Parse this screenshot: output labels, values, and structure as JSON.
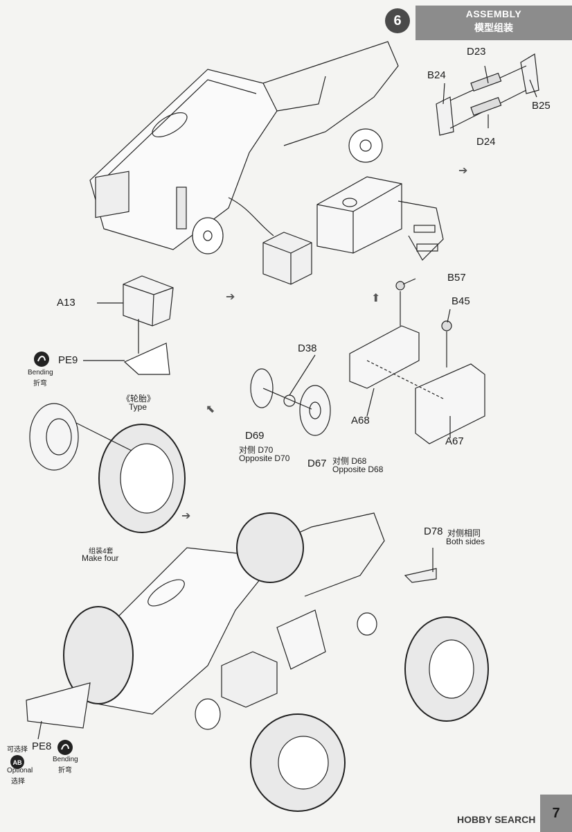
{
  "header": {
    "step": "6",
    "title_en": "ASSEMBLY",
    "title_cn": "模型组装"
  },
  "parts": {
    "d23": "D23",
    "b24": "B24",
    "b25": "B25",
    "d24": "D24",
    "a13": "A13",
    "pe9": "PE9",
    "b57": "B57",
    "b45": "B45",
    "d38": "D38",
    "d69": "D69",
    "d69_cn": "对侧 D70",
    "d69_en": "Opposite D70",
    "d67": "D67",
    "d67_cn": "对侧 D68",
    "d67_en": "Opposite D68",
    "a68": "A68",
    "a67": "A67",
    "d78": "D78",
    "d78_cn": "对侧相同",
    "d78_en": "Both sides",
    "pe8": "PE8"
  },
  "notes": {
    "bending_en": "Bending",
    "bending_cn": "折弯",
    "tire_cn": "《轮胎》",
    "tire_en": "Type",
    "make_four_cn": "组装4套",
    "make_four_en": "Make four",
    "optional_cn_top": "可选择",
    "optional_en": "Optional",
    "optional_cn": "选择",
    "ab": "AB"
  },
  "footer": {
    "page": "7",
    "watermark": "HOBBY SEARCH"
  },
  "icons": {
    "bend": "bend-icon",
    "optional": "optional-ab-icon",
    "arrow": "step-arrow-icon"
  }
}
